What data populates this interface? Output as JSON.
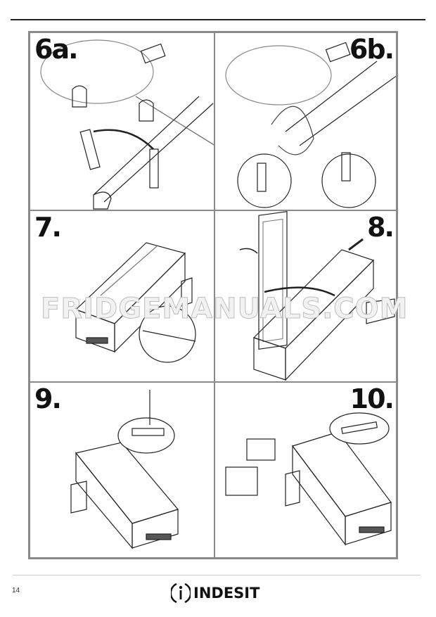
{
  "steps": [
    {
      "label": "6a."
    },
    {
      "label": "6b."
    },
    {
      "label": "7."
    },
    {
      "label": "8."
    },
    {
      "label": "9."
    },
    {
      "label": "10."
    }
  ],
  "watermark": "FRIDGEMANUALS.COM",
  "footer": {
    "page_number": "14",
    "brand": "INDESIT"
  }
}
